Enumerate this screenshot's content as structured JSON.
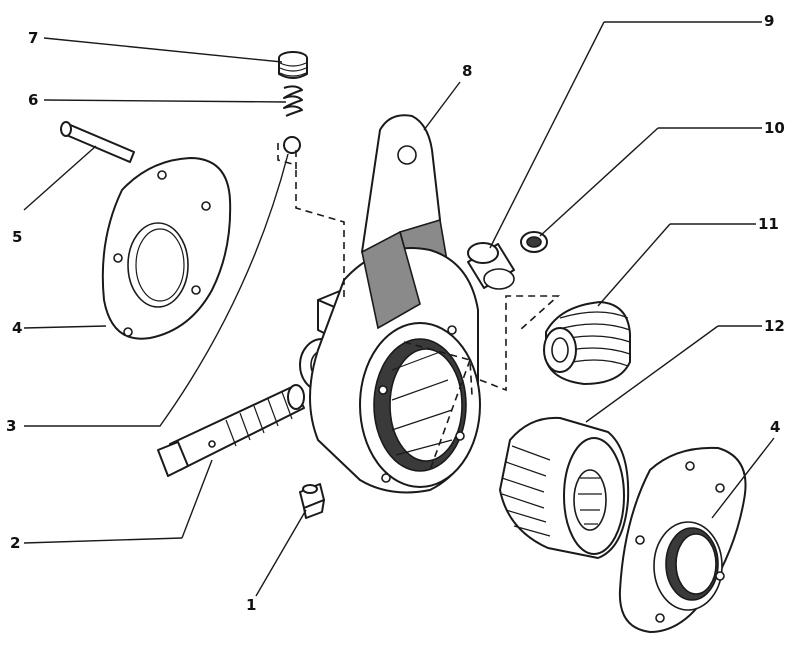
{
  "callouts": [
    {
      "id": "c1",
      "text": "1"
    },
    {
      "id": "c2",
      "text": "2"
    },
    {
      "id": "c3",
      "text": "3"
    },
    {
      "id": "c4a",
      "text": "4"
    },
    {
      "id": "c4b",
      "text": "4"
    },
    {
      "id": "c5",
      "text": "5"
    },
    {
      "id": "c6",
      "text": "6"
    },
    {
      "id": "c7",
      "text": "7"
    },
    {
      "id": "c8",
      "text": "8"
    },
    {
      "id": "c9",
      "text": "9"
    },
    {
      "id": "c10",
      "text": "10"
    },
    {
      "id": "c11",
      "text": "11"
    },
    {
      "id": "c12",
      "text": "12"
    }
  ]
}
